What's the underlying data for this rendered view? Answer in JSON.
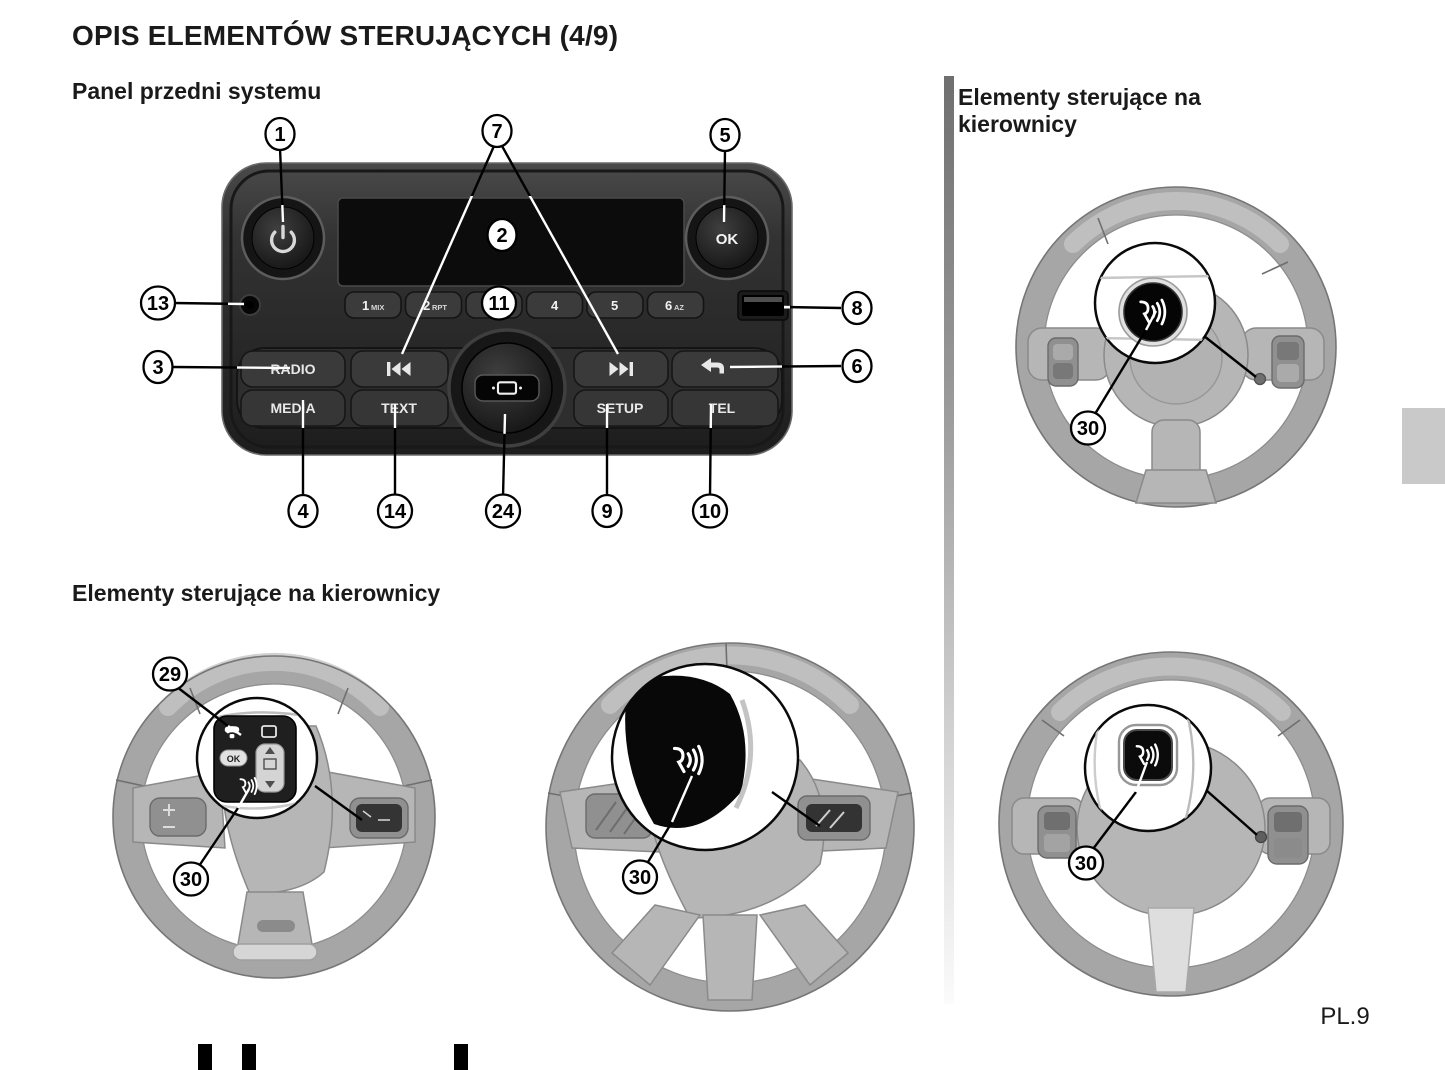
{
  "page": {
    "title": "OPIS ELEMENTÓW STERUJĄCYCH (4/9)",
    "page_number": "PL.9"
  },
  "sections": {
    "front_panel_heading": "Panel przedni systemu",
    "right_column_heading": "Elementy sterujące na kierownicy",
    "bottom_heading": "Elementy sterujące na kierownicy"
  },
  "radio": {
    "buttons": {
      "ok": "OK",
      "radio": "RADIO",
      "media": "MEDIA",
      "text": "TEXT",
      "setup": "SETUP",
      "tel": "TEL"
    },
    "presets": [
      {
        "num": "1",
        "sub": "MIX"
      },
      {
        "num": "2",
        "sub": "RPT"
      },
      {
        "num": "3",
        "sub": ""
      },
      {
        "num": "4",
        "sub": ""
      },
      {
        "num": "5",
        "sub": ""
      },
      {
        "num": "6",
        "sub": "AZ"
      }
    ],
    "icons": {
      "power": "power-icon",
      "previous_track": "previous-track-icon",
      "next_track": "next-track-icon",
      "back": "back-arrow-icon",
      "display_mode": "display-mode-icon",
      "aux_jack": "jack-socket",
      "usb": "usb-port"
    }
  },
  "wheel_controls": {
    "ok_label": "OK",
    "icons": {
      "voice_control": "voice-control-icon",
      "phone": "phone-icon"
    }
  },
  "callouts": {
    "c1": "1",
    "c2": "2",
    "c3": "3",
    "c4": "4",
    "c5": "5",
    "c6": "6",
    "c7": "7",
    "c8": "8",
    "c9": "9",
    "c10": "10",
    "c11": "11",
    "c13": "13",
    "c14": "14",
    "c24": "24",
    "c29": "29",
    "c30": "30"
  },
  "colors": {
    "accent_bar_top": "#6f6f6f",
    "side_tab": "#c9c9c9",
    "radio_body": "#2e2e2e",
    "wheel_gray": "#a6a6a6"
  }
}
